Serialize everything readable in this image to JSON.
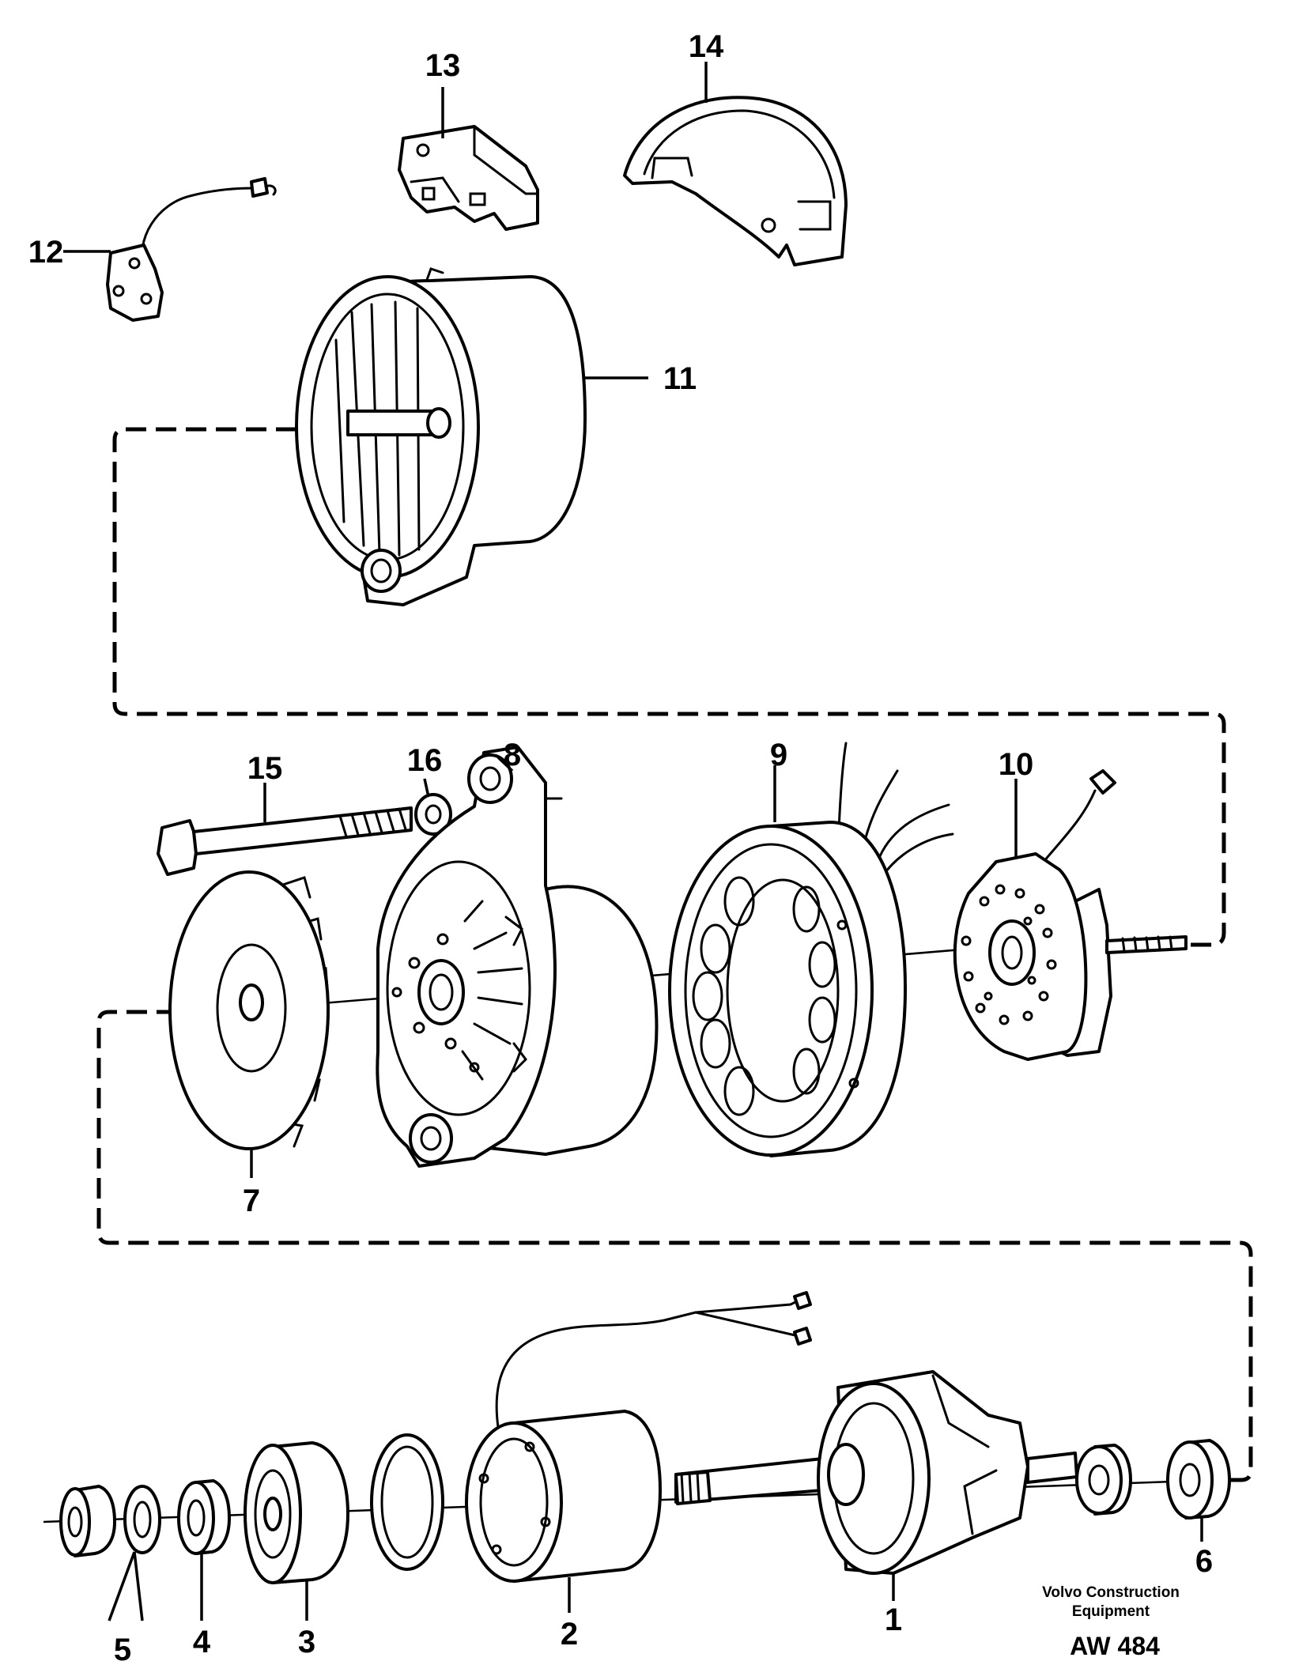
{
  "callouts": [
    "1",
    "2",
    "3",
    "4",
    "5",
    "6",
    "7",
    "8",
    "9",
    "10",
    "11",
    "12",
    "13",
    "14",
    "15",
    "16"
  ],
  "credit": {
    "line1": "Volvo Construction",
    "line2": "Equipment",
    "code": "AW 484"
  }
}
